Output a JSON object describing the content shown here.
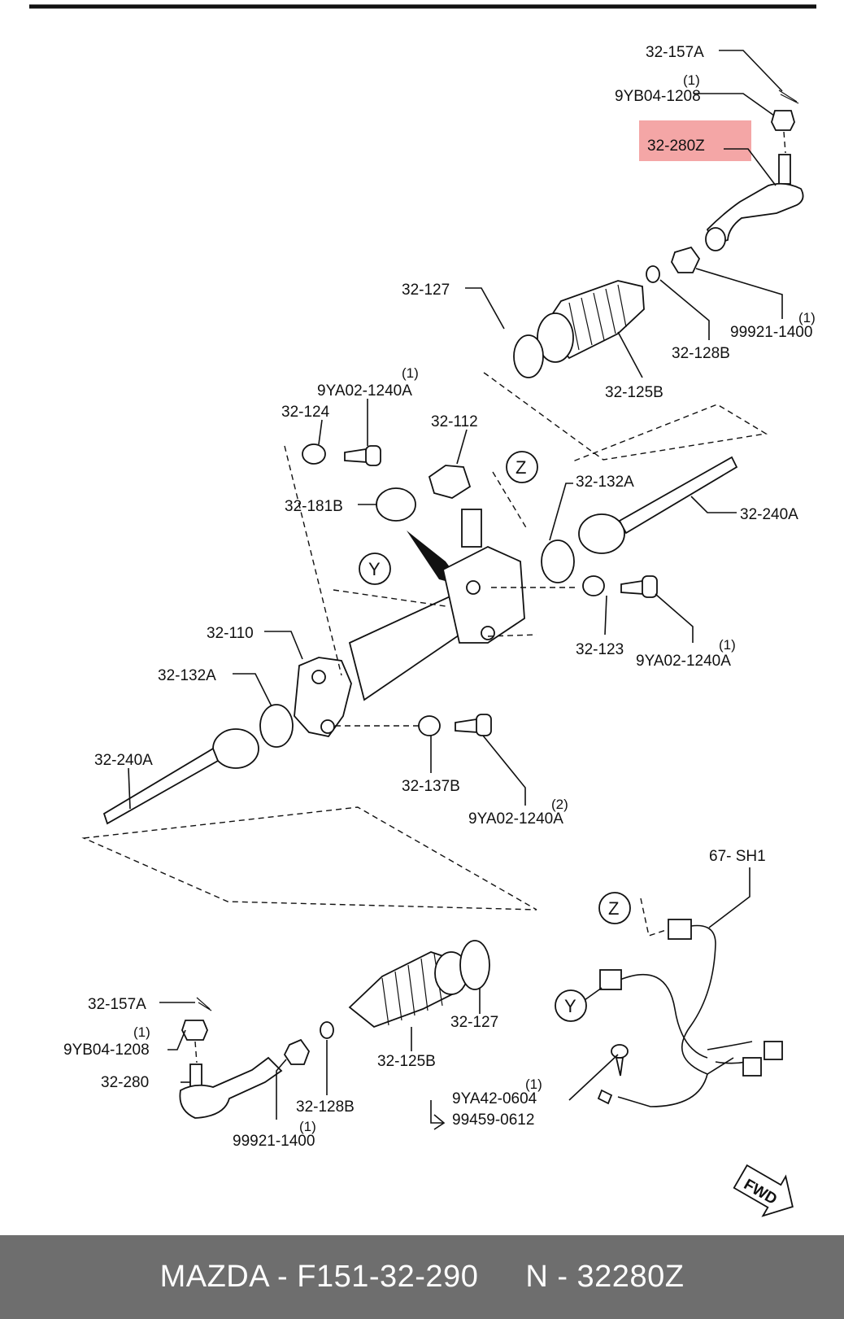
{
  "diagram": {
    "labels": {
      "upper_cotter_pin": "32-157A",
      "upper_nut_qty": "(1)",
      "upper_nut": "9YB04-1208",
      "upper_tie_rod_end": "32-280Z",
      "upper_boot_clamp": "32-127",
      "upper_locknut_qty": "(1)",
      "upper_locknut": "99921-1400",
      "upper_small_clamp": "32-128B",
      "upper_boot": "32-125B",
      "bolt_a_qty": "(1)",
      "bolt_a": "9YA02-1240A",
      "bushing_a": "32-124",
      "cap": "32-112",
      "callout_z_top": "Z",
      "hose_clamp": "32-181B",
      "seal_right": "32-132A",
      "inner_rod_right": "32-240A",
      "callout_y_top": "Y",
      "gear_housing": "32-110",
      "bushing_b": "32-123",
      "bolt_b_qty": "(1)",
      "bolt_b": "9YA02-1240A",
      "seal_left": "32-132A",
      "inner_rod_left": "32-240A",
      "bushing_c": "32-137B",
      "bolt_c_qty": "(2)",
      "bolt_c": "9YA02-1240A",
      "harness": "67- SH1",
      "callout_z_bottom": "Z",
      "callout_y_bottom": "Y",
      "lower_cotter_pin": "32-157A",
      "lower_nut_qty": "(1)",
      "lower_nut": "9YB04-1208",
      "lower_tie_rod_end": "32-280",
      "lower_boot_clamp": "32-127",
      "lower_boot": "32-125B",
      "lower_small_clamp": "32-128B",
      "lower_locknut": "99921-1400",
      "lower_locknut_qty": "(1)",
      "screw_qty": "(1)",
      "screw": "9YA42-0604",
      "screw_alt": "99459-0612",
      "fwd": "FWD"
    },
    "highlight_color": "#f4a6a6"
  },
  "footer": {
    "left": "MAZDA - F151-32-290",
    "right": "N - 32280Z"
  }
}
